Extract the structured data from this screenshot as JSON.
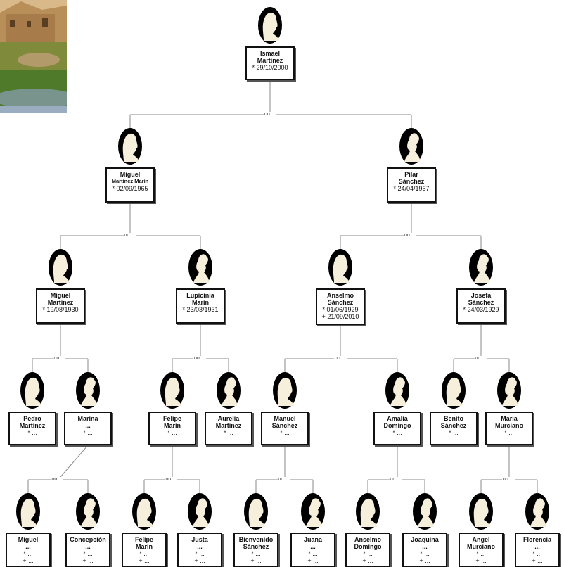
{
  "photo": {
    "description": "landscape photo of old farmhouse"
  },
  "couple_label": "oo ...",
  "colors": {
    "line": "#888888",
    "box_border": "#111111",
    "silhouette_bg": "#000000",
    "silhouette_fg": "#f5efdc"
  },
  "people": [
    {
      "id": "ismael",
      "name": "Ismael",
      "surname": "Martínez",
      "lines": [
        "* 29/10/2000"
      ],
      "gender": "m"
    },
    {
      "id": "miguel1",
      "name": "Miguel",
      "surname": "Martínez Marín",
      "surname_small": true,
      "lines": [
        "* 02/09/1965"
      ],
      "gender": "m"
    },
    {
      "id": "pilar",
      "name": "Pilar",
      "surname": "Sánchez",
      "lines": [
        "* 24/04/1967"
      ],
      "gender": "f"
    },
    {
      "id": "miguel2",
      "name": "Miguel",
      "surname": "Martínez",
      "lines": [
        "* 19/08/1930"
      ],
      "gender": "m"
    },
    {
      "id": "lupicinia",
      "name": "Lupicinia",
      "surname": "Marín",
      "lines": [
        "* 23/03/1931"
      ],
      "gender": "f"
    },
    {
      "id": "anselmo1",
      "name": "Anselmo",
      "surname": "Sánchez",
      "lines": [
        "* 01/06/1929",
        "+ 21/09/2010"
      ],
      "gender": "m"
    },
    {
      "id": "josefa",
      "name": "Josefa",
      "surname": "Sánchez",
      "lines": [
        "* 24/03/1929"
      ],
      "gender": "f"
    },
    {
      "id": "pedro",
      "name": "Pedro",
      "surname": "Martínez",
      "lines": [
        "* ..."
      ],
      "gender": "m"
    },
    {
      "id": "marina",
      "name": "Marina",
      "surname": "...",
      "lines": [
        "* ..."
      ],
      "gender": "f"
    },
    {
      "id": "felipe1",
      "name": "Felipe",
      "surname": "Marín",
      "lines": [
        "* ..."
      ],
      "gender": "m"
    },
    {
      "id": "aurelia",
      "name": "Aurelia",
      "surname": "Martínez",
      "lines": [
        "* ..."
      ],
      "gender": "f"
    },
    {
      "id": "manuel",
      "name": "Manuel",
      "surname": "Sánchez",
      "lines": [
        "* ..."
      ],
      "gender": "m"
    },
    {
      "id": "amalia",
      "name": "Amalia",
      "surname": "Domingo",
      "lines": [
        "* ..."
      ],
      "gender": "f"
    },
    {
      "id": "benito",
      "name": "Benito",
      "surname": "Sánchez",
      "lines": [
        "* ..."
      ],
      "gender": "m"
    },
    {
      "id": "maria",
      "name": "María",
      "surname": "Murciano",
      "lines": [
        "* ..."
      ],
      "gender": "f"
    },
    {
      "id": "miguel3",
      "name": "Miguel",
      "surname": "...",
      "lines": [
        "* ...",
        "+ ..."
      ],
      "gender": "m"
    },
    {
      "id": "concepcion",
      "name": "Concepción",
      "surname": "...",
      "lines": [
        "* ...",
        "+ ..."
      ],
      "gender": "f"
    },
    {
      "id": "felipe2",
      "name": "Felipe",
      "surname": "Marín",
      "lines": [
        "* ...",
        "+ ..."
      ],
      "gender": "m"
    },
    {
      "id": "justa",
      "name": "Justa",
      "surname": "...",
      "lines": [
        "* ...",
        "+ ..."
      ],
      "gender": "f"
    },
    {
      "id": "bienvenido",
      "name": "Bienvenido",
      "surname": "Sánchez",
      "lines": [
        "* ...",
        "+ ..."
      ],
      "gender": "m"
    },
    {
      "id": "juana",
      "name": "Juana",
      "surname": "...",
      "lines": [
        "* ...",
        "+ ..."
      ],
      "gender": "f"
    },
    {
      "id": "anselmo2",
      "name": "Anselmo",
      "surname": "Domingo",
      "lines": [
        "* ...",
        "+ ..."
      ],
      "gender": "m"
    },
    {
      "id": "joaquina",
      "name": "Joaquina",
      "surname": "...",
      "lines": [
        "* ...",
        "+ ..."
      ],
      "gender": "f"
    },
    {
      "id": "angel",
      "name": "Angel",
      "surname": "Murciano",
      "lines": [
        "* ...",
        "+ ..."
      ],
      "gender": "m"
    },
    {
      "id": "florencia",
      "name": "Florencia",
      "surname": "...",
      "lines": [
        "* ...",
        "+ ..."
      ],
      "gender": "f"
    }
  ],
  "couples": [
    {
      "child": "ismael",
      "father": "miguel1",
      "mother": "pilar"
    },
    {
      "child": "miguel1",
      "father": "miguel2",
      "mother": "lupicinia"
    },
    {
      "child": "pilar",
      "father": "anselmo1",
      "mother": "josefa"
    },
    {
      "child": "miguel2",
      "father": "pedro",
      "mother": "marina"
    },
    {
      "child": "lupicinia",
      "father": "felipe1",
      "mother": "aurelia"
    },
    {
      "child": "anselmo1",
      "father": "manuel",
      "mother": "amalia"
    },
    {
      "child": "josefa",
      "father": "benito",
      "mother": "maria"
    },
    {
      "child": "marina",
      "father": "miguel3",
      "mother": "concepcion"
    },
    {
      "child": "felipe1",
      "father": "felipe2",
      "mother": "justa"
    },
    {
      "child": "manuel",
      "father": "bienvenido",
      "mother": "juana"
    },
    {
      "child": "amalia",
      "father": "anselmo2",
      "mother": "joaquina"
    },
    {
      "child": "maria",
      "father": "angel",
      "mother": "florencia"
    }
  ]
}
